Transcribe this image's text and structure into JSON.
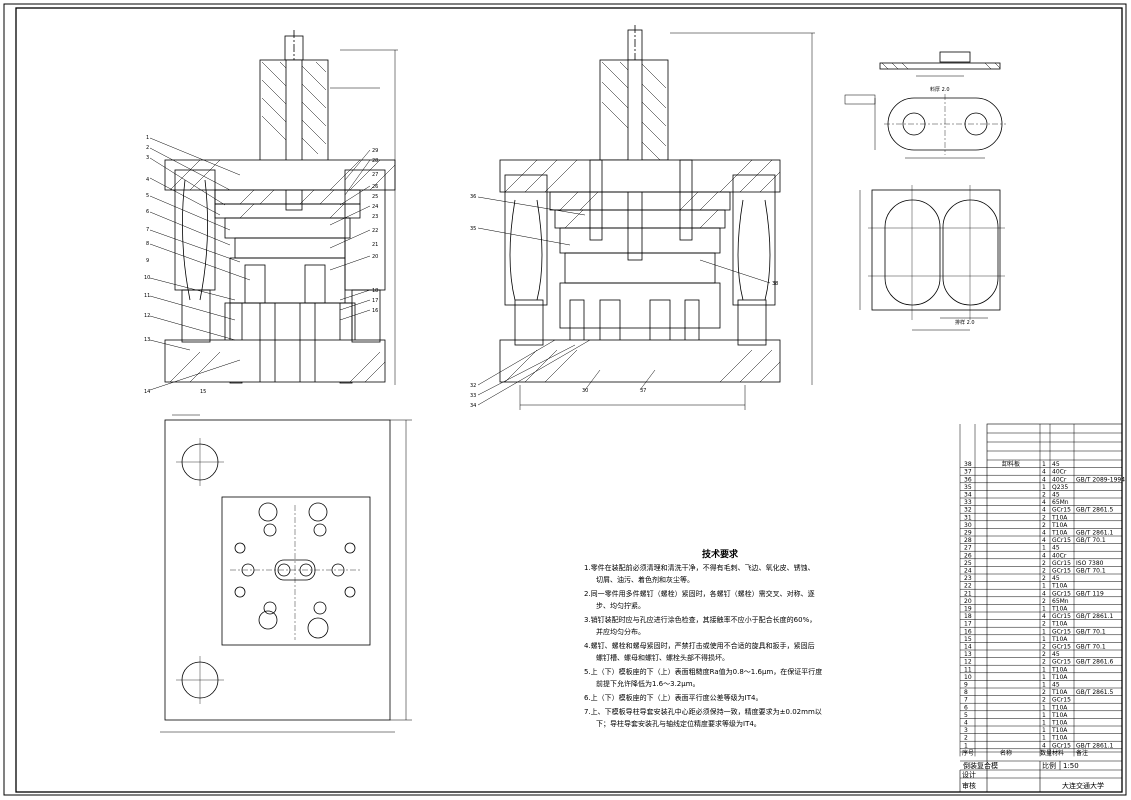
{
  "technical_requirements": {
    "title": "技术要求",
    "lines": [
      "1.零件在装配前必须清理和清洗干净，不得有毛刺、飞边、氧化皮、锈蚀、",
      "切屑、油污、着色剂和灰尘等。",
      "2.同一零件用多件螺钉（螺栓）紧固时，各螺钉（螺栓）需交叉、对称、逐",
      "步、均匀拧紧。",
      "3.销钉装配时应与孔应进行涂色检查，其接触率不应小于配合长度的60%，",
      "并应均匀分布。",
      "4.螺钉、螺栓和螺母紧固时，严禁打击或使用不合适的旋具和扳手，紧固后",
      "螺钉槽、螺母和螺钉、螺栓头部不得损坏。",
      "5.上（下）模板座的下（上）表面粗糙度Ra值为0.8～1.6μm，在保证平行度",
      "前提下允许降低为1.6～3.2μm。",
      "6.上（下）模板座的下（上）表面平行度公差等级为IT4。",
      "7.上、下模板导柱导套安装孔中心距必须保持一致，精度要求为±0.02mm以",
      "下；导柱导套安装孔与轴线定位精度要求等级为IT4。"
    ]
  },
  "bom": {
    "rows": [
      [
        "38",
        "卸料板",
        "1",
        "45",
        ""
      ],
      [
        "37",
        "",
        "4",
        "40Cr",
        "",
        ""
      ],
      [
        "36",
        "",
        "4",
        "40Cr",
        "GB/T 2089-1994"
      ],
      [
        "35",
        "",
        "1",
        "Q235",
        ""
      ],
      [
        "34",
        "",
        "2",
        "45",
        ""
      ],
      [
        "33",
        "",
        "4",
        "65Mn",
        ""
      ],
      [
        "32",
        "",
        "4",
        "GCr15",
        "GB/T 2861.5"
      ],
      [
        "31",
        "",
        "2",
        "T10A",
        ""
      ],
      [
        "30",
        "",
        "2",
        "T10A",
        ""
      ],
      [
        "29",
        "",
        "4",
        "T10A",
        "GB/T 2861.1"
      ],
      [
        "28",
        "",
        "4",
        "GCr15",
        "GB/T 70.1"
      ],
      [
        "27",
        "",
        "1",
        "45",
        ""
      ],
      [
        "26",
        "",
        "4",
        "40Cr",
        ""
      ],
      [
        "25",
        "",
        "2",
        "GCr15",
        "ISO 7380"
      ],
      [
        "24",
        "",
        "2",
        "GCr15",
        "GB/T 70.1"
      ],
      [
        "23",
        "",
        "2",
        "45",
        ""
      ],
      [
        "22",
        "",
        "1",
        "T10A",
        ""
      ],
      [
        "21",
        "",
        "4",
        "GCr15",
        "GB/T 119"
      ],
      [
        "20",
        "",
        "2",
        "65Mn",
        ""
      ],
      [
        "19",
        "",
        "1",
        "T10A",
        ""
      ],
      [
        "18",
        "",
        "4",
        "GCr15",
        "GB/T 2861.1"
      ],
      [
        "17",
        "",
        "2",
        "T10A",
        ""
      ],
      [
        "16",
        "",
        "1",
        "GCr15",
        "GB/T 70.1"
      ],
      [
        "15",
        "",
        "1",
        "T10A",
        ""
      ],
      [
        "14",
        "",
        "2",
        "GCr15",
        "GB/T 70.1"
      ],
      [
        "13",
        "",
        "2",
        "45",
        ""
      ],
      [
        "12",
        "",
        "2",
        "GCr15",
        "GB/T 2861.6"
      ],
      [
        "11",
        "",
        "1",
        "T10A",
        ""
      ],
      [
        "10",
        "",
        "1",
        "T10A",
        ""
      ],
      [
        "9",
        "",
        "1",
        "45",
        ""
      ],
      [
        "8",
        "",
        "2",
        "T10A",
        "GB/T 2861.5"
      ],
      [
        "7",
        "",
        "2",
        "GCr15",
        ""
      ],
      [
        "6",
        "",
        "1",
        "T10A",
        ""
      ],
      [
        "5",
        "",
        "1",
        "T10A",
        ""
      ],
      [
        "4",
        "",
        "1",
        "T10A",
        ""
      ],
      [
        "3",
        "",
        "1",
        "T10A",
        ""
      ],
      [
        "2",
        "",
        "1",
        "T10A",
        ""
      ],
      [
        "1",
        "",
        "4",
        "GCr15",
        "GB/T 2861.1"
      ]
    ],
    "header": [
      "序号",
      "名称",
      "数量",
      "材料",
      "备注"
    ]
  },
  "title_block": {
    "drawing_name": "倒装复合模",
    "scale_label": "比例",
    "scale": "1:50",
    "designer_label": "设计",
    "checker_label": "审核",
    "school": "大连交通大学"
  },
  "part_drawing": {
    "thickness_label": "料厚 2.0",
    "strip_label": "排样 2.0"
  }
}
